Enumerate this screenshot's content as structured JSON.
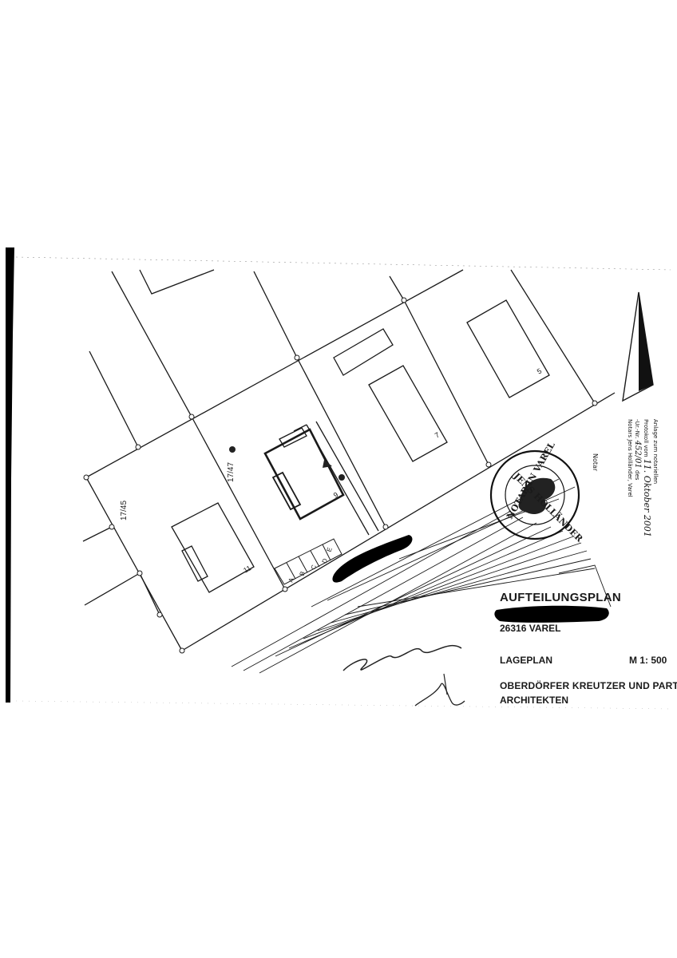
{
  "plan": {
    "title": "AUFTEILUNGSPLAN",
    "location": "26316 VAREL",
    "plan_type": "LAGEPLAN",
    "scale": "M 1: 500",
    "architect_line1": "OBERDÖRFER  KREUTZER UND PARTNER",
    "architect_line2": "ARCHITEKTEN"
  },
  "parcels": {
    "p1745": {
      "numerator": "17",
      "denominator": "45"
    },
    "p1747": {
      "numerator": "17",
      "denominator": "47"
    }
  },
  "house_numbers": {
    "h11": "11",
    "h9": "9",
    "h7": "7",
    "h5": "5"
  },
  "parking_spaces": [
    "A",
    "B",
    "C",
    "D",
    "E"
  ],
  "notary_note": {
    "line1": "Anlage zum notariellen",
    "line2": "Protokoll vom",
    "line2_hand": "11. Oktober 2001",
    "line3": "-Ur.-Nr.",
    "line3_hand": "452/01",
    "line3_suffix": "des",
    "line4": "Notars Jens Holländer, Varel",
    "signature_label": "Notar"
  },
  "stamp": {
    "top": "JENS HOLLÄNDER",
    "bottom": "NOTAR IN VAREL"
  }
}
